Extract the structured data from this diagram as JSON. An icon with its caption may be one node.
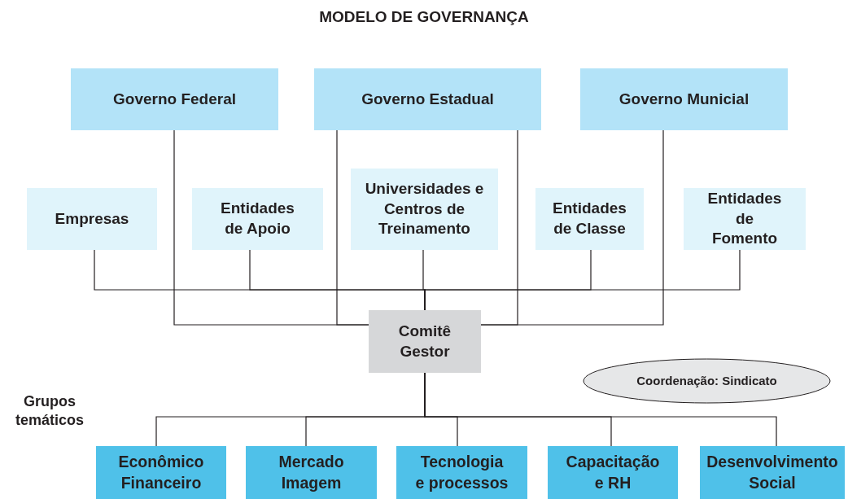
{
  "diagram": {
    "title": "MODELO DE GOVERNANÇA",
    "nodes": [
      {
        "text": [
          "Governo Federal"
        ]
      },
      {
        "text": [
          "Governo Estadual"
        ]
      },
      {
        "text": [
          "Governo Municial"
        ]
      },
      {
        "text": [
          "Empresas"
        ]
      },
      {
        "text": [
          "Entidades de Apoio"
        ]
      },
      {
        "text": [
          "Universidades e Centros de Treinamento"
        ]
      },
      {
        "text": [
          "Entidades de Classe"
        ]
      },
      {
        "text": [
          "Entidades de Fomento"
        ]
      },
      {
        "text": [
          "Comitê Gestor"
        ]
      },
      {
        "text": [
          "Coordenação: Sindicato"
        ]
      },
      {
        "text": [
          "Econômico Financeiro"
        ]
      },
      {
        "text": [
          "Mercado Imagem"
        ]
      },
      {
        "text": [
          "Tecnologia e processos"
        ]
      },
      {
        "text": [
          "Capacitação e RH"
        ]
      },
      {
        "text": [
          "Desenvolvimento Social"
        ]
      }
    ],
    "edges": [
      {
        "from": 0,
        "to": 8,
        "arrow": "none"
      },
      {
        "from": 1,
        "to": 8,
        "arrow": "none"
      },
      {
        "from": 1,
        "to": 8,
        "arrow": "none"
      },
      {
        "from": 2,
        "to": 8,
        "arrow": "none"
      },
      {
        "from": 3,
        "to": 8,
        "arrow": "none"
      },
      {
        "from": 4,
        "to": 8,
        "arrow": "none"
      },
      {
        "from": 5,
        "to": 8,
        "arrow": "none"
      },
      {
        "from": 6,
        "to": 8,
        "arrow": "none"
      },
      {
        "from": 7,
        "to": 8,
        "arrow": "none"
      },
      {
        "from": 8,
        "to": 10,
        "arrow": "none"
      },
      {
        "from": 8,
        "to": 11,
        "arrow": "none"
      },
      {
        "from": 8,
        "to": 12,
        "arrow": "none"
      },
      {
        "from": 8,
        "to": 13,
        "arrow": "none"
      },
      {
        "from": 8,
        "to": 14,
        "arrow": "none"
      }
    ],
    "labels": [
      "Grupos temáticos"
    ]
  }
}
